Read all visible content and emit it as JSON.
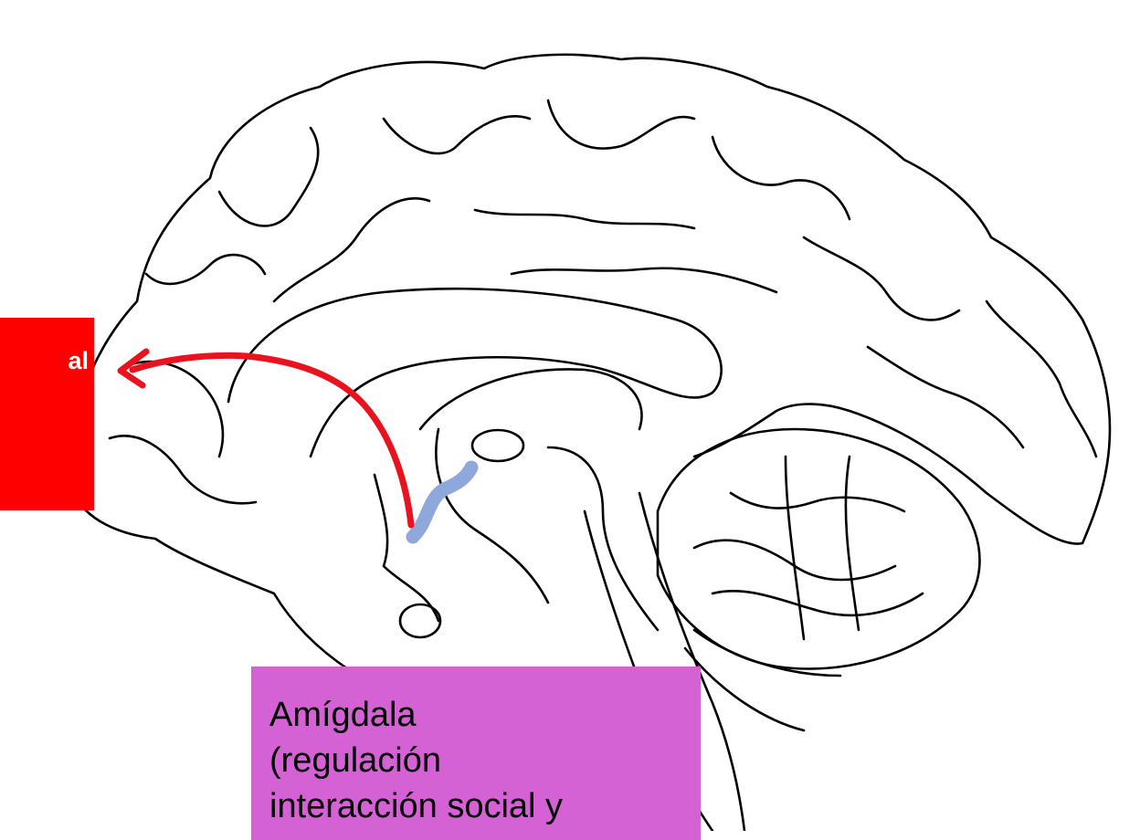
{
  "labels": {
    "prefrontal_fragment": "al",
    "amygdala_line1": "Amígdala",
    "amygdala_line2": "(regulación",
    "amygdala_line3": "interacción social y"
  },
  "colors": {
    "pathway_red": "#e8131f",
    "amygdala_blue": "#8fa8dc",
    "prefrontal_box": "#ff0000",
    "amygdala_box": "#d462d4"
  },
  "icons": [
    "arrow-head-icon"
  ]
}
